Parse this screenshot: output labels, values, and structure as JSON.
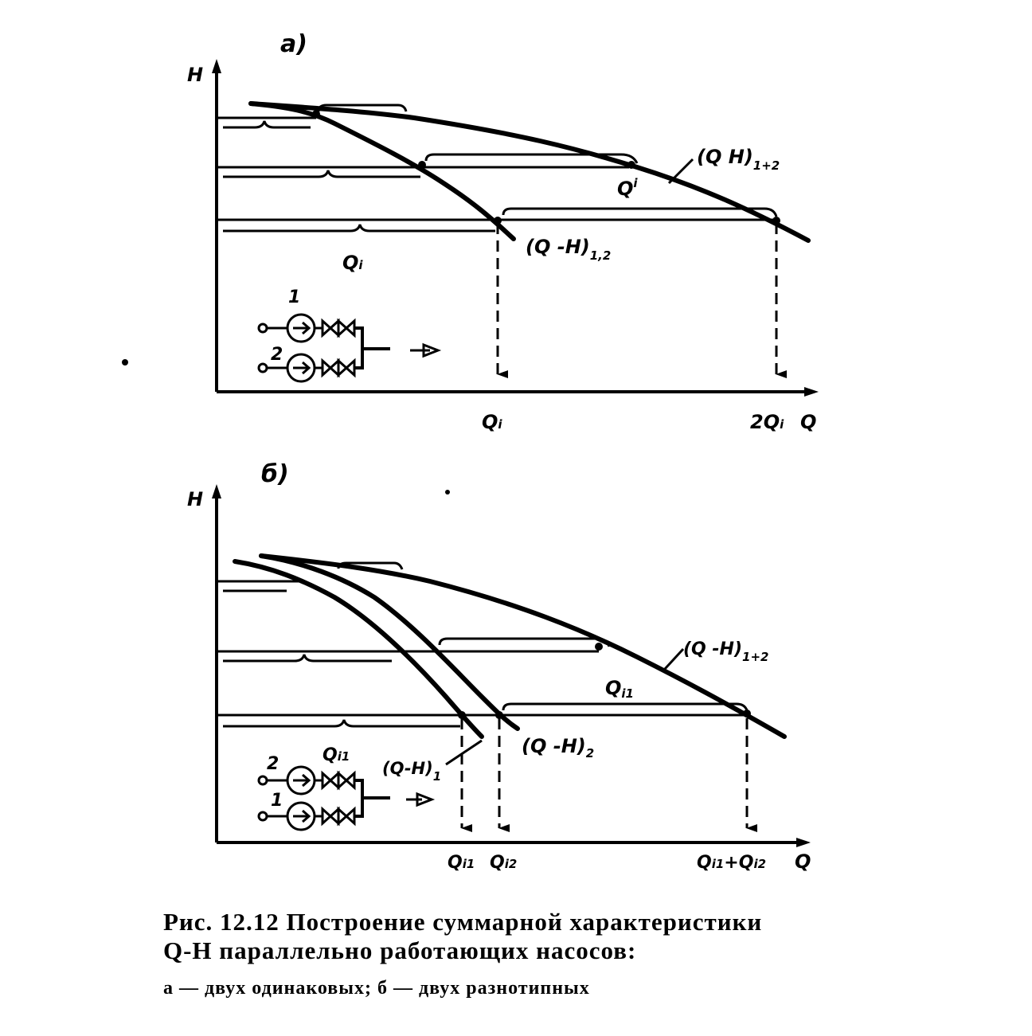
{
  "panel_a": {
    "tag": "а)",
    "y_axis": "H",
    "x_axis": "Q",
    "curve_sum": {
      "main": "(Q  H)",
      "sub": "1+2"
    },
    "curve_single": {
      "main": "(Q -H)",
      "sub": "1,2"
    },
    "flow_label_right": {
      "main": "Q",
      "sub": "i"
    },
    "flow_label_left": {
      "main": "Q",
      "sub": "i"
    },
    "pump_1": "1",
    "pump_2": "2",
    "tick_qi": {
      "main": "Q",
      "sub": "i"
    },
    "tick_2qi": {
      "main": "2Q",
      "sub": "i"
    }
  },
  "panel_b": {
    "tag": "б)",
    "y_axis": "H",
    "x_axis": "Q",
    "curve_sum": {
      "main": "(Q -H)",
      "sub": "1+2"
    },
    "curve_1": {
      "main": "(Q-H)",
      "sub": "1"
    },
    "curve_2": {
      "main": "(Q -H)",
      "sub": "2"
    },
    "flow_label_right": {
      "main": "Q",
      "sub": "i1"
    },
    "flow_label_left": {
      "main": "Q",
      "sub": "i1"
    },
    "pump_1": "1",
    "pump_2": "2",
    "tick_qi1": {
      "main": "Q",
      "sub": "i1"
    },
    "tick_qi2": {
      "main": "Q",
      "sub": "i2"
    },
    "tick_sum": {
      "main": "Q",
      "sub": "i1",
      "main2": "+Q",
      "sub2": "i2"
    }
  },
  "caption": {
    "line1": "Рис. 12.12 Построение суммарной характеристики",
    "line2": "Q-H параллельно работающих насосов:",
    "line3": "а — двух одинаковых; б — двух разнотипных"
  }
}
